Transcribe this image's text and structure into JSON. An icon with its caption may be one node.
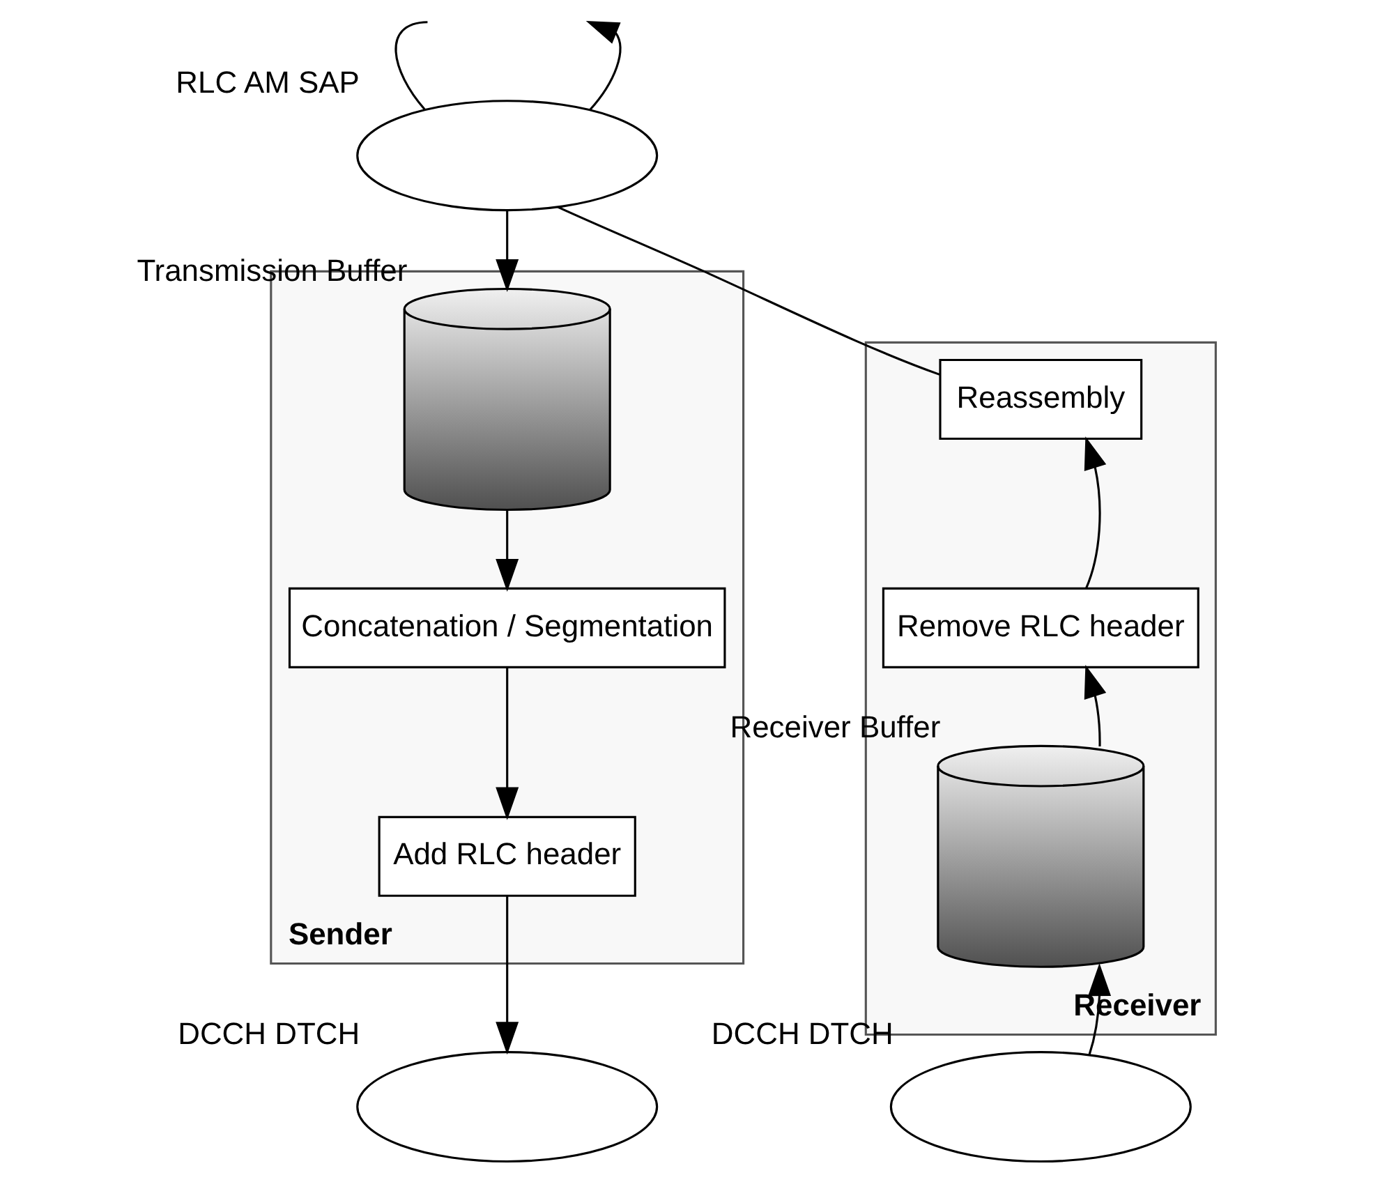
{
  "diagram": {
    "nodes": [
      {
        "text": [],
        "shape": "ellipse",
        "beside": [
          "RLC AM SAP"
        ]
      },
      {
        "text": [
          "Sender"
        ]
      },
      {
        "text": [
          "Receiver"
        ]
      },
      {
        "text": [],
        "shape": "cylinder",
        "in": 1,
        "beside": [
          "Transmission Buffer"
        ]
      },
      {
        "text": [
          "Concatenation / Segmentation"
        ],
        "in": 1
      },
      {
        "text": [
          "Add RLC header"
        ],
        "in": 1
      },
      {
        "text": [
          "Reassembly"
        ],
        "in": 2
      },
      {
        "text": [
          "Remove RLC header"
        ],
        "in": 2
      },
      {
        "text": [],
        "shape": "cylinder",
        "in": 2,
        "beside": [
          "Receiver Buffer"
        ]
      },
      {
        "text": [],
        "shape": "ellipse",
        "beside": [
          "DCCH DTCH"
        ]
      },
      {
        "text": [],
        "shape": "ellipse",
        "beside": [
          "DCCH DTCH"
        ]
      }
    ],
    "edges": [
      {
        "from": null,
        "to": 0,
        "arrow": "none"
      },
      {
        "from": 0,
        "to": 3,
        "arrow": "to"
      },
      {
        "from": 6,
        "to": 0,
        "arrow": "none"
      },
      {
        "from": 0,
        "to": null,
        "arrow": "to"
      },
      {
        "from": 3,
        "to": 4,
        "arrow": "to"
      },
      {
        "from": 4,
        "to": 5,
        "arrow": "to"
      },
      {
        "from": 5,
        "to": 9,
        "arrow": "to"
      },
      {
        "from": 10,
        "to": 8,
        "arrow": "to"
      },
      {
        "from": 8,
        "to": 7,
        "arrow": "to"
      },
      {
        "from": 7,
        "to": 6,
        "arrow": "to"
      }
    ]
  }
}
